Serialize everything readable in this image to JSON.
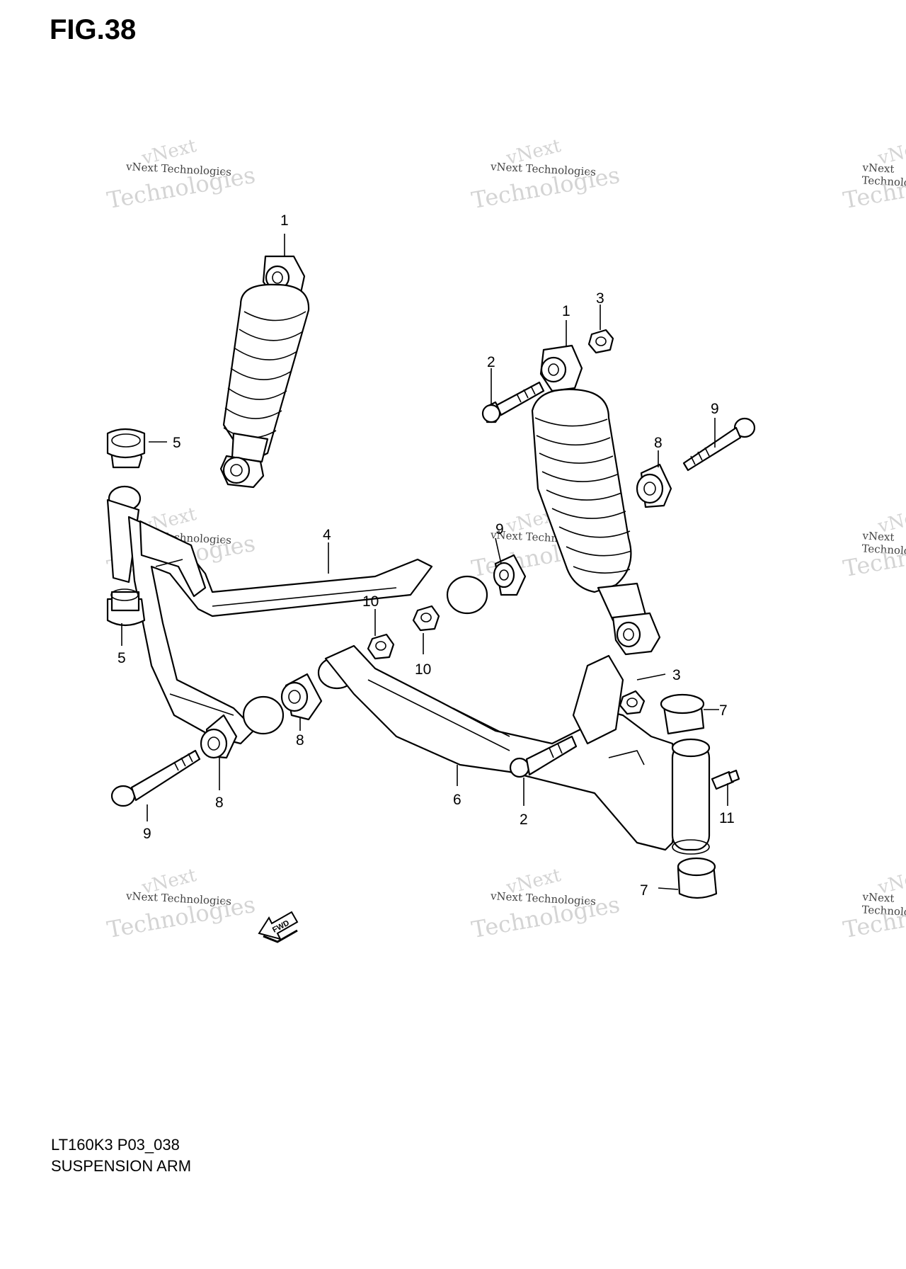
{
  "figure": {
    "title": "FIG.38"
  },
  "footer": {
    "code": "LT160K3 P03_038",
    "name": "SUSPENSION ARM"
  },
  "watermark": {
    "line1": "vNext",
    "line2": "vNext Technologies",
    "line3": "Technologies"
  },
  "fwd_label": "FWD",
  "callouts": [
    "1",
    "1",
    "2",
    "2",
    "3",
    "3",
    "4",
    "5",
    "5",
    "6",
    "7",
    "7",
    "8",
    "8",
    "8",
    "9",
    "9",
    "9",
    "10",
    "10",
    "11"
  ]
}
